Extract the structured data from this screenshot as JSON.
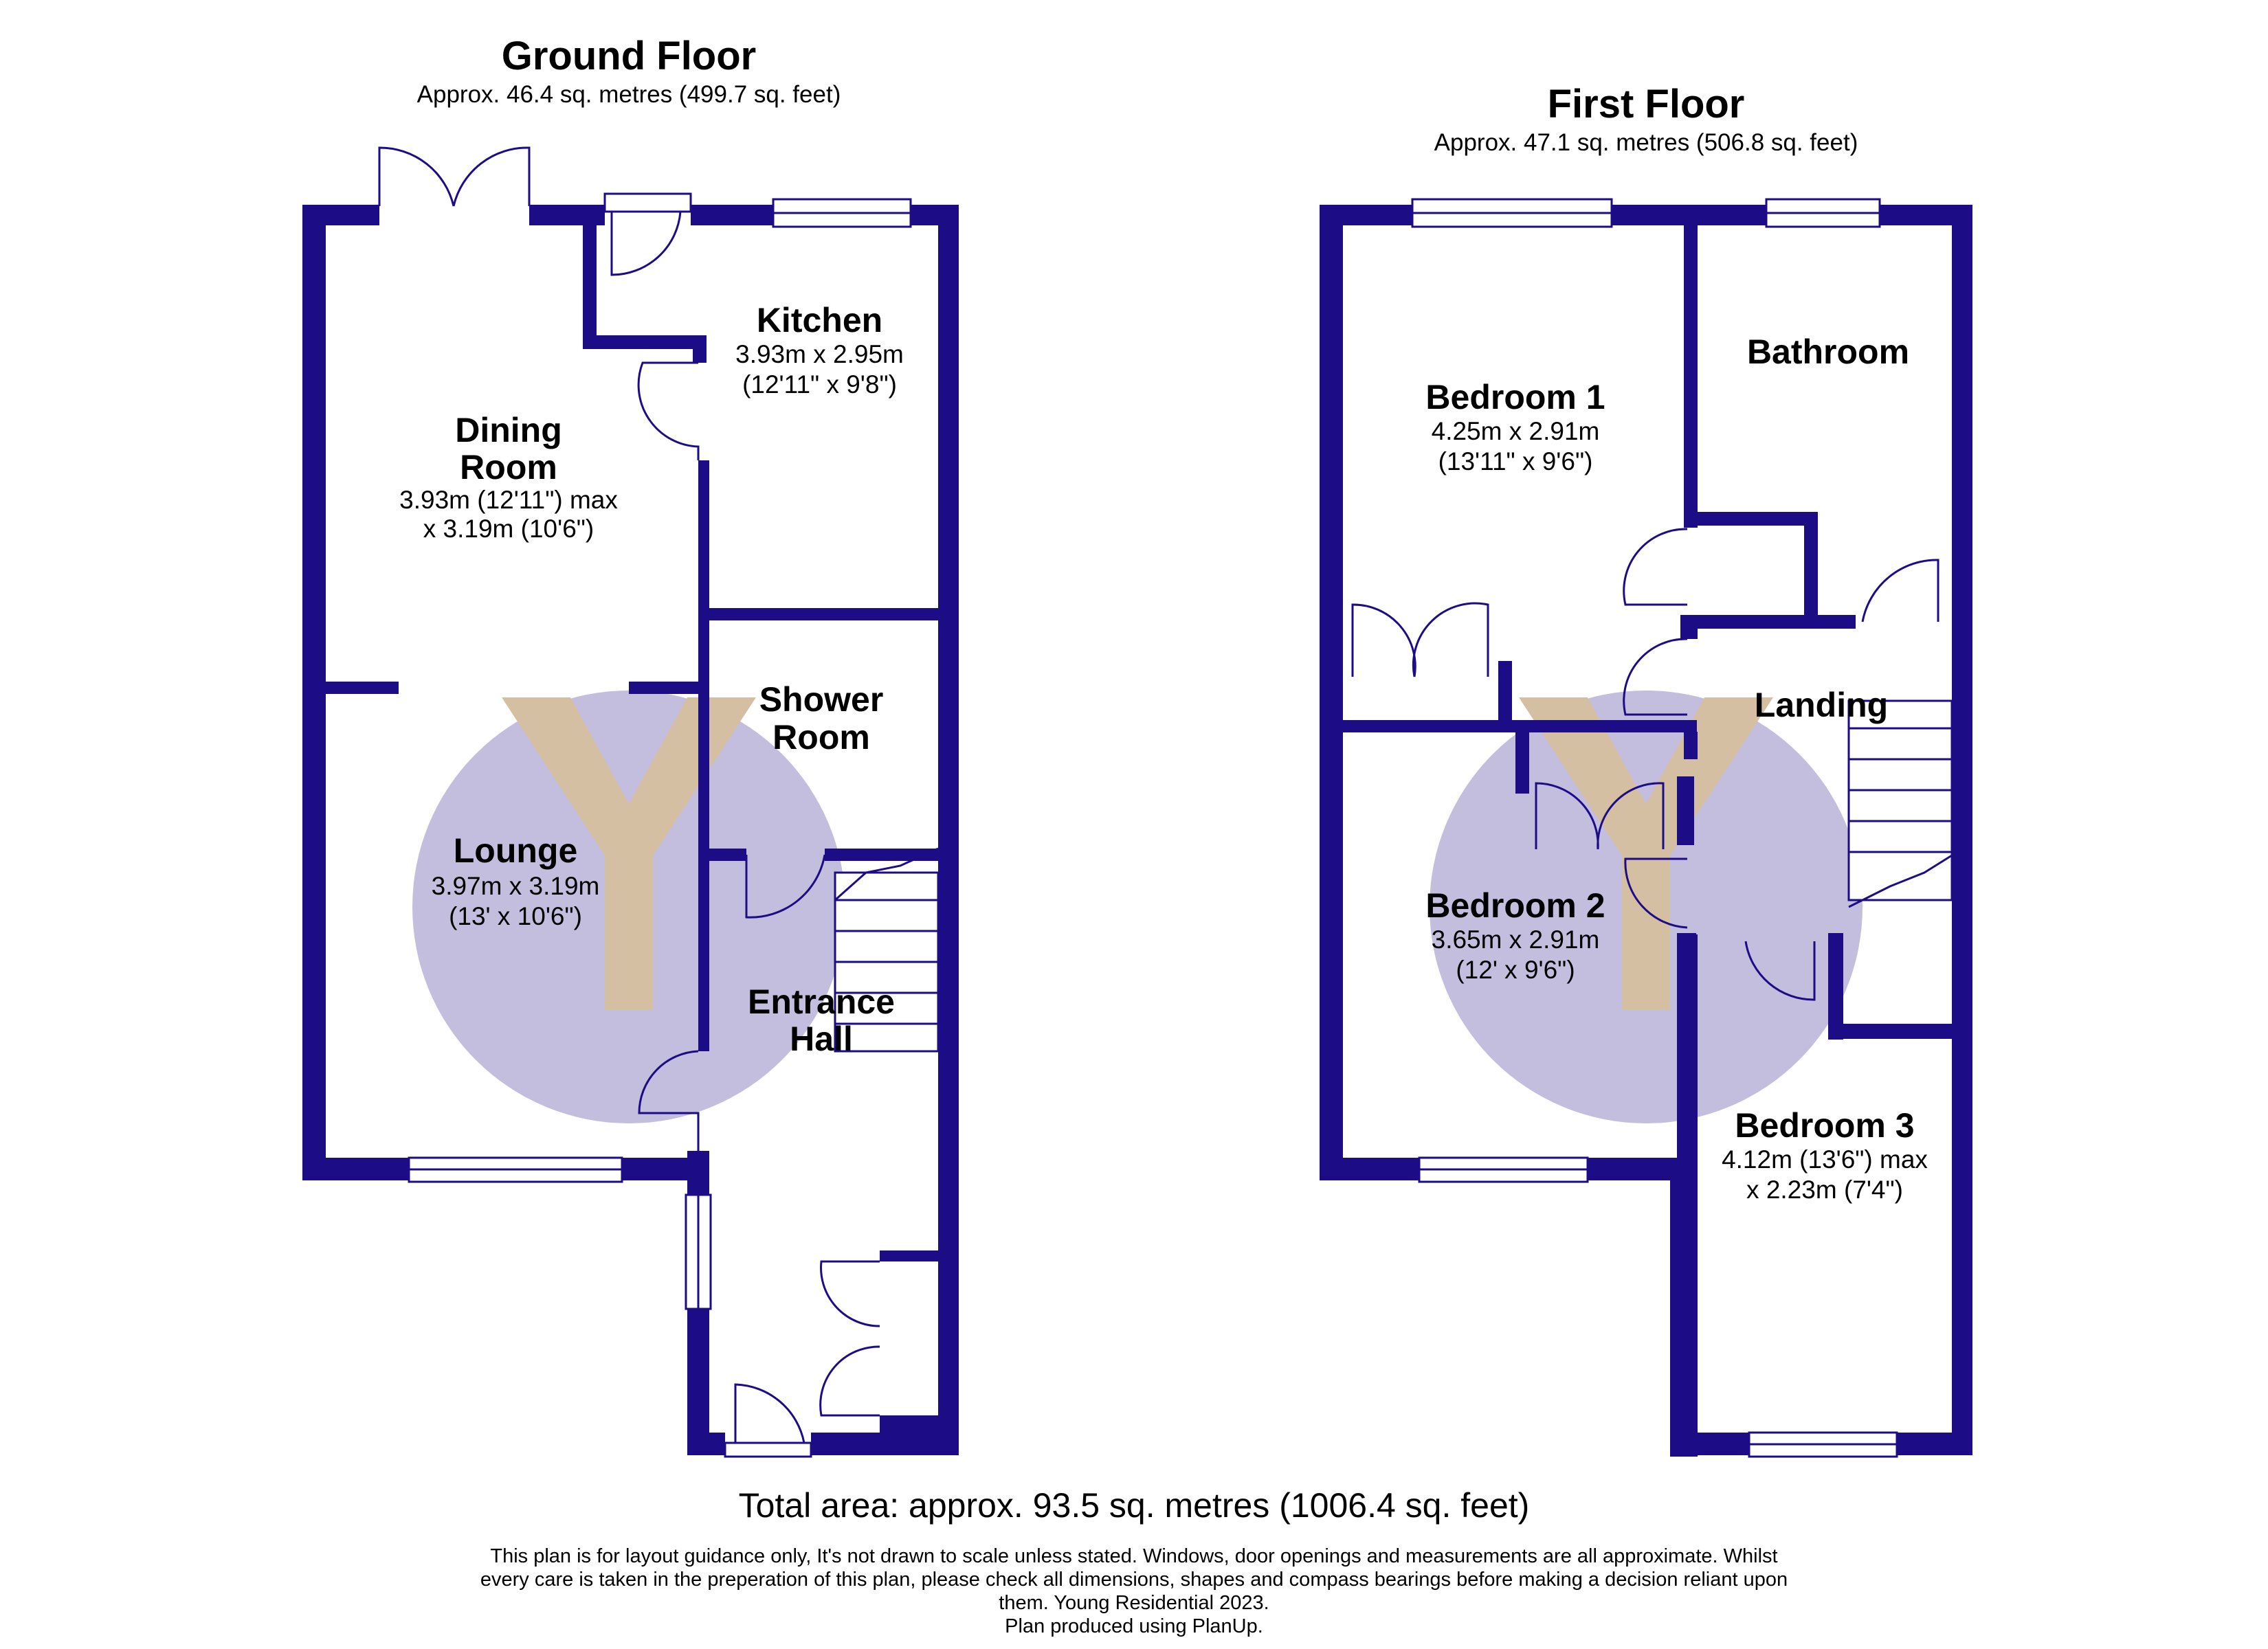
{
  "colors": {
    "wall": "#1c0d87",
    "watermark_circle": "#c3bedd",
    "watermark_letter": "#d4bfa3"
  },
  "watermark": {
    "icon": "young-residential-y-logo",
    "letter": "Y"
  },
  "ground_floor": {
    "title": "Ground Floor",
    "area": "Approx. 46.4 sq. metres (499.7 sq. feet)",
    "rooms": {
      "kitchen": {
        "name": "Kitchen",
        "dim1": "3.93m x 2.95m",
        "dim2": "(12'11\" x 9'8\")"
      },
      "dining": {
        "name1": "Dining",
        "name2": "Room",
        "dim1": "3.93m (12'11\") max",
        "dim2": "x 3.19m (10'6\")"
      },
      "shower": {
        "name1": "Shower",
        "name2": "Room"
      },
      "lounge": {
        "name": "Lounge",
        "dim1": "3.97m x 3.19m",
        "dim2": "(13' x 10'6\")"
      },
      "hall": {
        "name1": "Entrance",
        "name2": "Hall"
      }
    }
  },
  "first_floor": {
    "title": "First Floor",
    "area": "Approx. 47.1 sq. metres (506.8 sq. feet)",
    "rooms": {
      "bathroom": {
        "name": "Bathroom"
      },
      "bedroom1": {
        "name": "Bedroom 1",
        "dim1": "4.25m x 2.91m",
        "dim2": "(13'11\" x 9'6\")"
      },
      "landing": {
        "name": "Landing"
      },
      "bedroom2": {
        "name": "Bedroom 2",
        "dim1": "3.65m x 2.91m",
        "dim2": "(12' x 9'6\")"
      },
      "bedroom3": {
        "name": "Bedroom 3",
        "dim1": "4.12m (13'6\") max",
        "dim2": "x 2.23m (7'4\")"
      }
    }
  },
  "total_area": "Total area: approx. 93.5 sq. metres (1006.4 sq. feet)",
  "disclaimer": {
    "line1": "This plan is for layout guidance only, It's not drawn to scale unless stated. Windows, door openings and measurements are all approximate. Whilst",
    "line2": "every care is taken in the preperation of this plan, please check all dimensions, shapes and compass bearings before making a decision reliant upon",
    "line3": "them. Young Residential 2023.",
    "line4": "Plan produced using PlanUp."
  }
}
